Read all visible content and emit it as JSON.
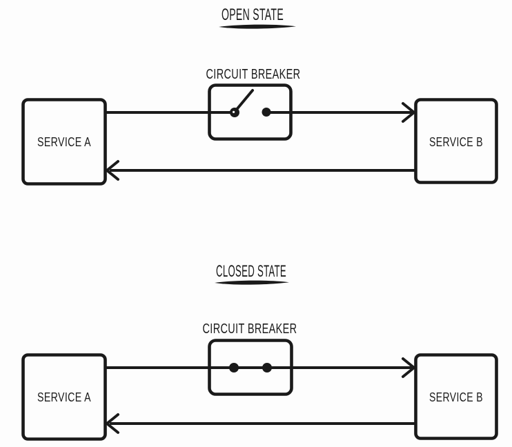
{
  "theme": {
    "ink": "#1a1a1a",
    "background": "#fdfdfd",
    "box_fill": "#fdfdfd"
  },
  "sections": [
    {
      "title": "OPEN STATE",
      "breaker": {
        "label": "CIRCUIT BREAKER",
        "state": "open"
      },
      "service_a": {
        "label": "SERVICE A"
      },
      "service_b": {
        "label": "SERVICE B"
      }
    },
    {
      "title": "CLOSED STATE",
      "breaker": {
        "label": "CIRCUIT BREAKER",
        "state": "closed"
      },
      "service_a": {
        "label": "SERVICE A"
      },
      "service_b": {
        "label": "SERVICE B"
      }
    }
  ]
}
